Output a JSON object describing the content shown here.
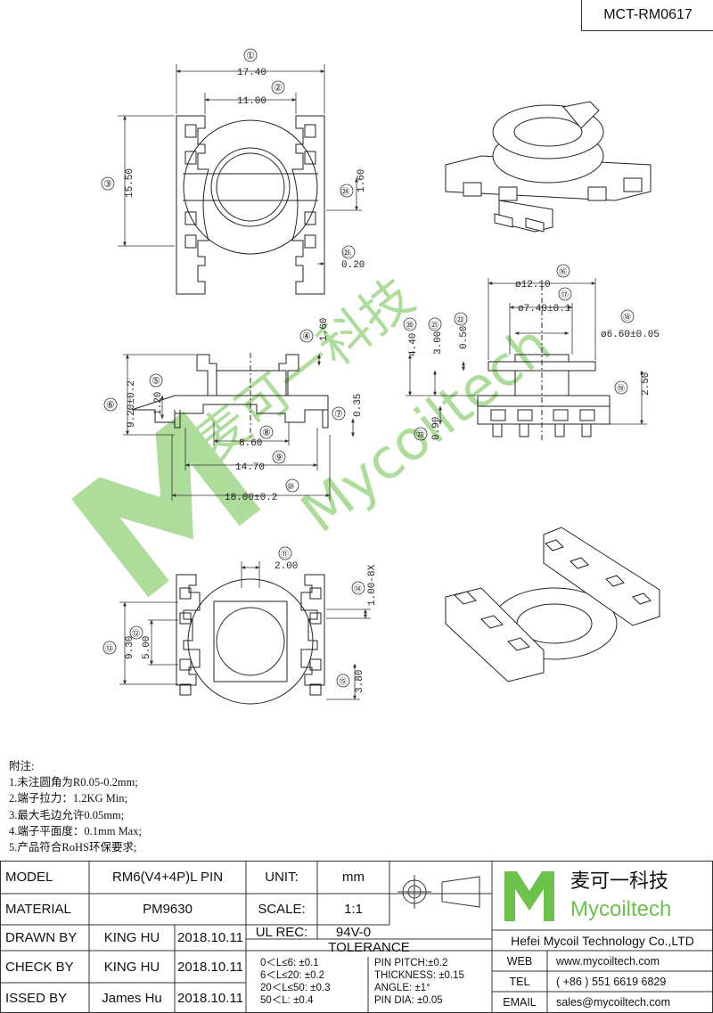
{
  "drawing_code": "MCT-RM0617",
  "views": {
    "top": {
      "dims": [
        {
          "id": "①",
          "value": "17.40"
        },
        {
          "id": "②",
          "value": "11.00"
        },
        {
          "id": "③",
          "value": "15.50"
        },
        {
          "id": "㉔",
          "value": "1.60"
        },
        {
          "id": "㉕",
          "value": "0.20"
        }
      ]
    },
    "front": {
      "dims": [
        {
          "id": "④",
          "value": "1.60"
        },
        {
          "id": "⑤",
          "value": "1.20"
        },
        {
          "id": "⑥",
          "value": "9.20±0.2"
        },
        {
          "id": "⑦",
          "value": "0.35"
        },
        {
          "id": "⑧",
          "value": "8.60"
        },
        {
          "id": "⑨",
          "value": "14.70"
        },
        {
          "id": "⑩",
          "value": "18.00±0.2"
        }
      ]
    },
    "side": {
      "dims": [
        {
          "id": "⑯",
          "value": "ø12.10"
        },
        {
          "id": "⑰",
          "value": "ø7.40±0.1"
        },
        {
          "id": "⑱",
          "value": "ø6.60±0.05"
        },
        {
          "id": "⑲",
          "value": "2.50"
        },
        {
          "id": "⑳",
          "value": "4.40"
        },
        {
          "id": "㉑",
          "value": "3.00"
        },
        {
          "id": "㉒",
          "value": "0.50"
        },
        {
          "id": "㉓",
          "value": "0.90"
        }
      ]
    },
    "bottom": {
      "dims": [
        {
          "id": "⑪",
          "value": "2.00"
        },
        {
          "id": "⑫",
          "value": "5.00"
        },
        {
          "id": "⑬",
          "value": "9.30"
        },
        {
          "id": "⑭",
          "value": "1.00-8X"
        },
        {
          "id": "⑮",
          "value": "3.80"
        }
      ]
    }
  },
  "watermark": {
    "cn": "麦可一科技",
    "en": "Mycoiltech"
  },
  "notes": {
    "title": "附注:",
    "items": [
      "1.未注圆角为R0.05-0.2mm;",
      "2.端子拉力：1.2KG Min;",
      "3.最大毛边允许0.05mm;",
      "4.端子平面度：0.1mm Max;",
      "5.产品符合RoHS环保要求;"
    ]
  },
  "title_block": {
    "model_label": "MODEL",
    "model_value": "RM6(V4+4P)L PIN",
    "material_label": "MATERIAL",
    "material_value": "PM9630",
    "drawn_label": "DRAWN BY",
    "drawn_name": "KING HU",
    "drawn_date": "2018.10.11",
    "check_label": "CHECK BY",
    "check_name": "KING HU",
    "check_date": "2018.10.11",
    "issued_label": "ISSED BY",
    "issued_name": "James Hu",
    "issued_date": "2018.10.11",
    "unit_label": "UNIT:",
    "unit_value": "mm",
    "scale_label": "SCALE:",
    "scale_value": "1:1",
    "ul_label": "UL REC:",
    "ul_value": "94V-0",
    "tolerance_label": "TOLERANCE",
    "tol_lines": [
      "0＜L≤6:  ±0.1",
      "6＜L≤20:  ±0.2",
      "20＜L≤50:  ±0.3",
      "50＜L:  ±0.4"
    ],
    "tol_right": [
      "PIN PITCH:±0.2",
      "THICKNESS:  ±0.15",
      "ANGLE:  ±1°",
      "PIN DIA:  ±0.05"
    ],
    "logo_cn": "麦可一科技",
    "logo_en": "Mycoiltech",
    "company": "Hefei Mycoil Technology Co.,LTD",
    "web_label": "WEB",
    "web_value": "www.mycoiltech.com",
    "tel_label": "TEL",
    "tel_value": "( +86 ) 551 6619 6829",
    "email_label": "EMAIL",
    "email_value": "sales@mycoiltech.com",
    "brand_color": "#6cc24a"
  }
}
